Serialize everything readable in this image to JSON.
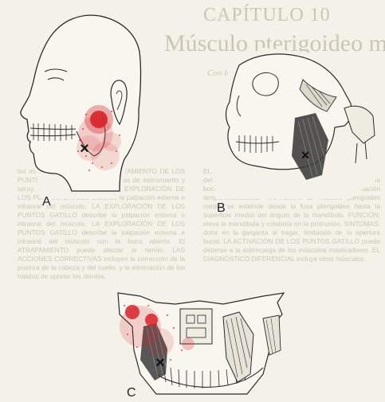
{
  "page": {
    "chapter_heading": "CAPÍTULO 10",
    "title": "Músculo pterigoideo medial",
    "byline": "Con la colaboración de"
  },
  "text_columns": {
    "left": "los músculos pterigoideos. EL TRATAMIENTO DE LOS PUNTOS GATILLO describe técnicas de estiramiento y spray, estiramiento y presión. LA EXPLORACIÓN DE LOS PUNTOS GATILLO describe la palpación externa e intraoral del músculo. LA EXPLORACIÓN DE LOS PUNTOS GATILLO describe la palpación externa e intraoral del músculo. LA EXPLORACIÓN DE LOS PUNTOS GATILLO describe la palpación externa e intraoral del músculo con la boca abierta. El ATRAPAMIENTO puede afectar al nervio. LAS ACCIONES CORRECTIVAS incluyen la corrección de la postura de la cabeza y del cuello, y la eliminación de los hábitos de apretar los dientes.",
    "right": "EL DOLOR REFERIDO de los puntos gatillo miofasciales del músculo pterigoideo medial se proyecta a la región de la boca, la lengua, la faringe y la articulación temporomandibular. ANATOMÍA: El músculo pterigoideo medial se extiende desde la fosa pterigoidea hasta la superficie medial del ángulo de la mandíbula. FUNCIÓN: eleva la mandíbula y colabora en la protrusión. SÍNTOMAS: dolor en la garganta al tragar, limitación de la apertura bucal. LA ACTIVACIÓN DE LOS PUNTOS GATILLO puede deberse a la sobrecarga de los músculos masticadores. EL DIAGNÓSTICO DIFERENCIAL incluye otros músculos."
  },
  "figure": {
    "labels": [
      "A",
      "B",
      "C"
    ],
    "marker": "×",
    "colors": {
      "referred_pain": "#d8232a",
      "trigger_point": "#1a1a1a",
      "linework": "#2a2a2a"
    }
  }
}
